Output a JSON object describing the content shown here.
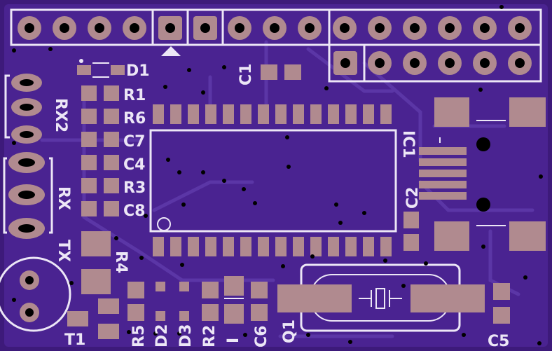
{
  "board": {
    "colors": {
      "substrate": "#3d1a7a",
      "copper_pour": "#4a2391",
      "trace": "#5b36a6",
      "pad": "#b08a8f",
      "silkscreen": "#ece6f6",
      "drill": "#000000"
    },
    "labels": {
      "d1": "D1",
      "r1": "R1",
      "r6": "R6",
      "c7": "C7",
      "c4": "C4",
      "r3": "R3",
      "c8": "C8",
      "c1": "C1",
      "rx2": "RX2",
      "rx": "RX",
      "tx": "TX",
      "r4": "R4",
      "t1": "T1",
      "r5": "R5",
      "d2": "D2",
      "d3": "D3",
      "r2": "R2",
      "i": "I",
      "c6": "C6",
      "q1": "Q1",
      "c5": "C5",
      "ic1": "IC1",
      "c2": "C2"
    }
  }
}
